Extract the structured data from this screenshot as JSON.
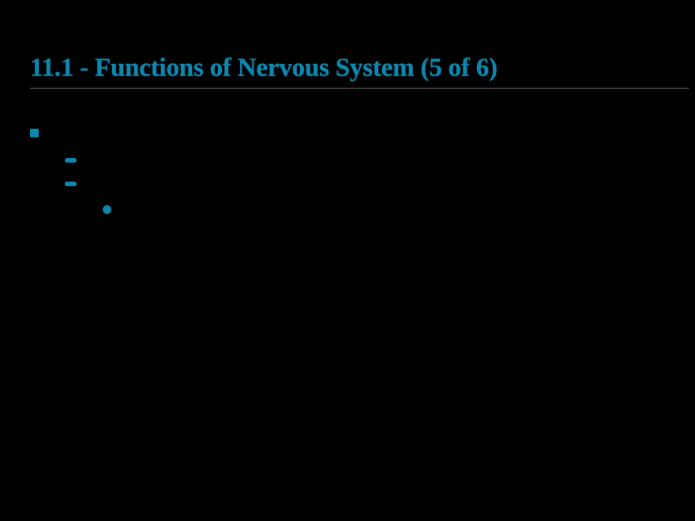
{
  "slide": {
    "background_color": "#000000",
    "accent_color": "#0E87AE",
    "rule_color": "#3A3A3A",
    "title": "11.1 - Functions of Nervous System (5 of 6)",
    "section_number": "11.1",
    "topic": "Functions of Nervous System",
    "progress_label": "(5 of 6)",
    "body": {
      "bullets": [
        {
          "level": 1,
          "marker": "square-bullet-icon",
          "text": ""
        },
        {
          "level": 2,
          "marker": "dash-bullet-icon",
          "text": ""
        },
        {
          "level": 2,
          "marker": "dash-bullet-icon",
          "text": ""
        },
        {
          "level": 3,
          "marker": "circle-bullet-icon",
          "text": ""
        }
      ]
    }
  }
}
